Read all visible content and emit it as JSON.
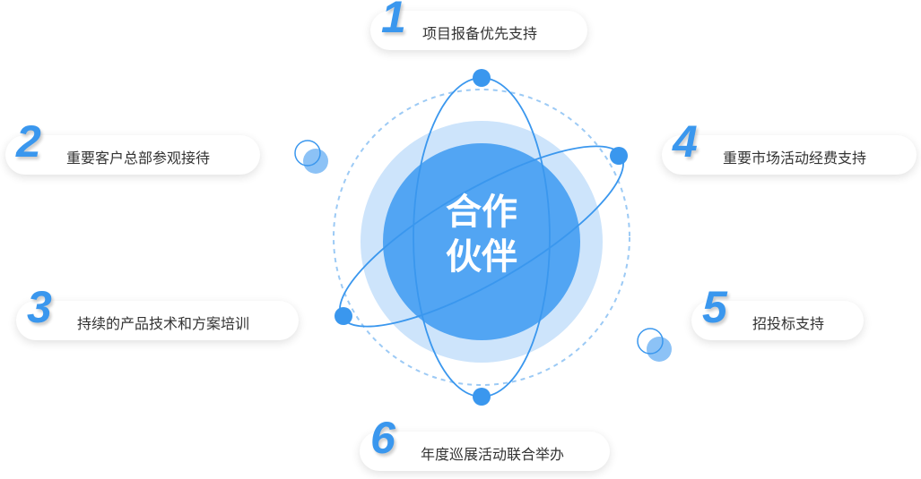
{
  "center": {
    "line1": "合作",
    "line2": "伙伴"
  },
  "items": [
    {
      "num": "1",
      "label": "项目报备优先支持"
    },
    {
      "num": "2",
      "label": "重要客户总部参观接待"
    },
    {
      "num": "3",
      "label": "持续的产品技术和方案培训"
    },
    {
      "num": "4",
      "label": "重要市场活动经费支持"
    },
    {
      "num": "5",
      "label": "招投标支持"
    },
    {
      "num": "6",
      "label": "年度巡展活动联合举办"
    }
  ],
  "colors": {
    "accent": "#3a97ee",
    "inner": "#52a5f3",
    "halo": "#cde4fb"
  }
}
